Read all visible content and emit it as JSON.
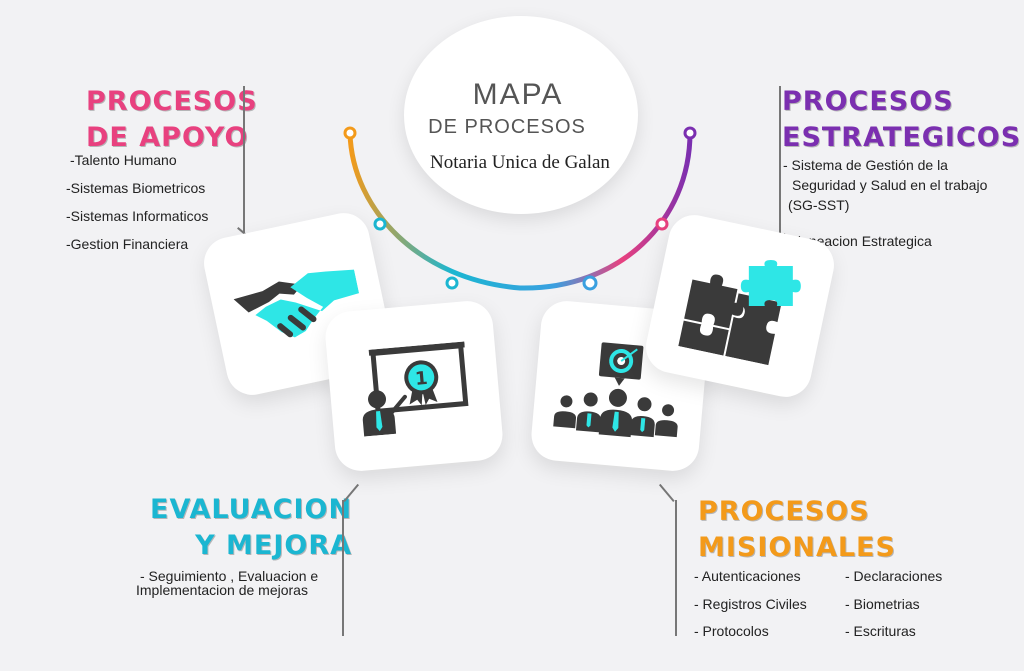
{
  "center": {
    "title": "MAPA",
    "subtitle": "DE PROCESOS",
    "organization": "Notaria Unica de Galan"
  },
  "apoyo": {
    "heading_line1": "PROCESOS",
    "heading_line2": "DE APOYO",
    "items": [
      "-Talento Humano",
      "-Sistemas  Biometricos",
      "-Sistemas Informaticos",
      "-Gestion Financiera"
    ]
  },
  "estrategicos": {
    "heading_line1": "PROCESOS",
    "heading_line2": "ESTRATEGICOS",
    "items": [
      "- Sistema de Gestión de la",
      "Seguridad y Salud en el trabajo",
      "(SG-SST)",
      "- Planeacion Estrategica"
    ]
  },
  "evaluacion": {
    "heading_line1": "EVALUACION",
    "heading_line2": "Y MEJORA",
    "items": [
      "- Seguimiento , Evaluacion e",
      "Implementacion de mejoras"
    ]
  },
  "misionales": {
    "heading_line1": "PROCESOS",
    "heading_line2": "MISIONALES",
    "items_left": [
      "- Autenticaciones",
      "- Registros Civiles",
      "- Protocolos"
    ],
    "items_right": [
      "- Declaraciones",
      "- Biometrias",
      "- Escrituras"
    ]
  },
  "icons": {
    "apoyo": "handshake-icon",
    "evaluacion": "presentation-award-icon",
    "misionales": "team-target-icon",
    "estrategicos": "puzzle-icon"
  },
  "colors": {
    "pink": "#e8417f",
    "purple": "#7b2fb0",
    "cyan": "#1bb6d1",
    "orange": "#f39a1a",
    "icon_accent": "#2ee6e6",
    "icon_dark": "#3a3a3a"
  }
}
